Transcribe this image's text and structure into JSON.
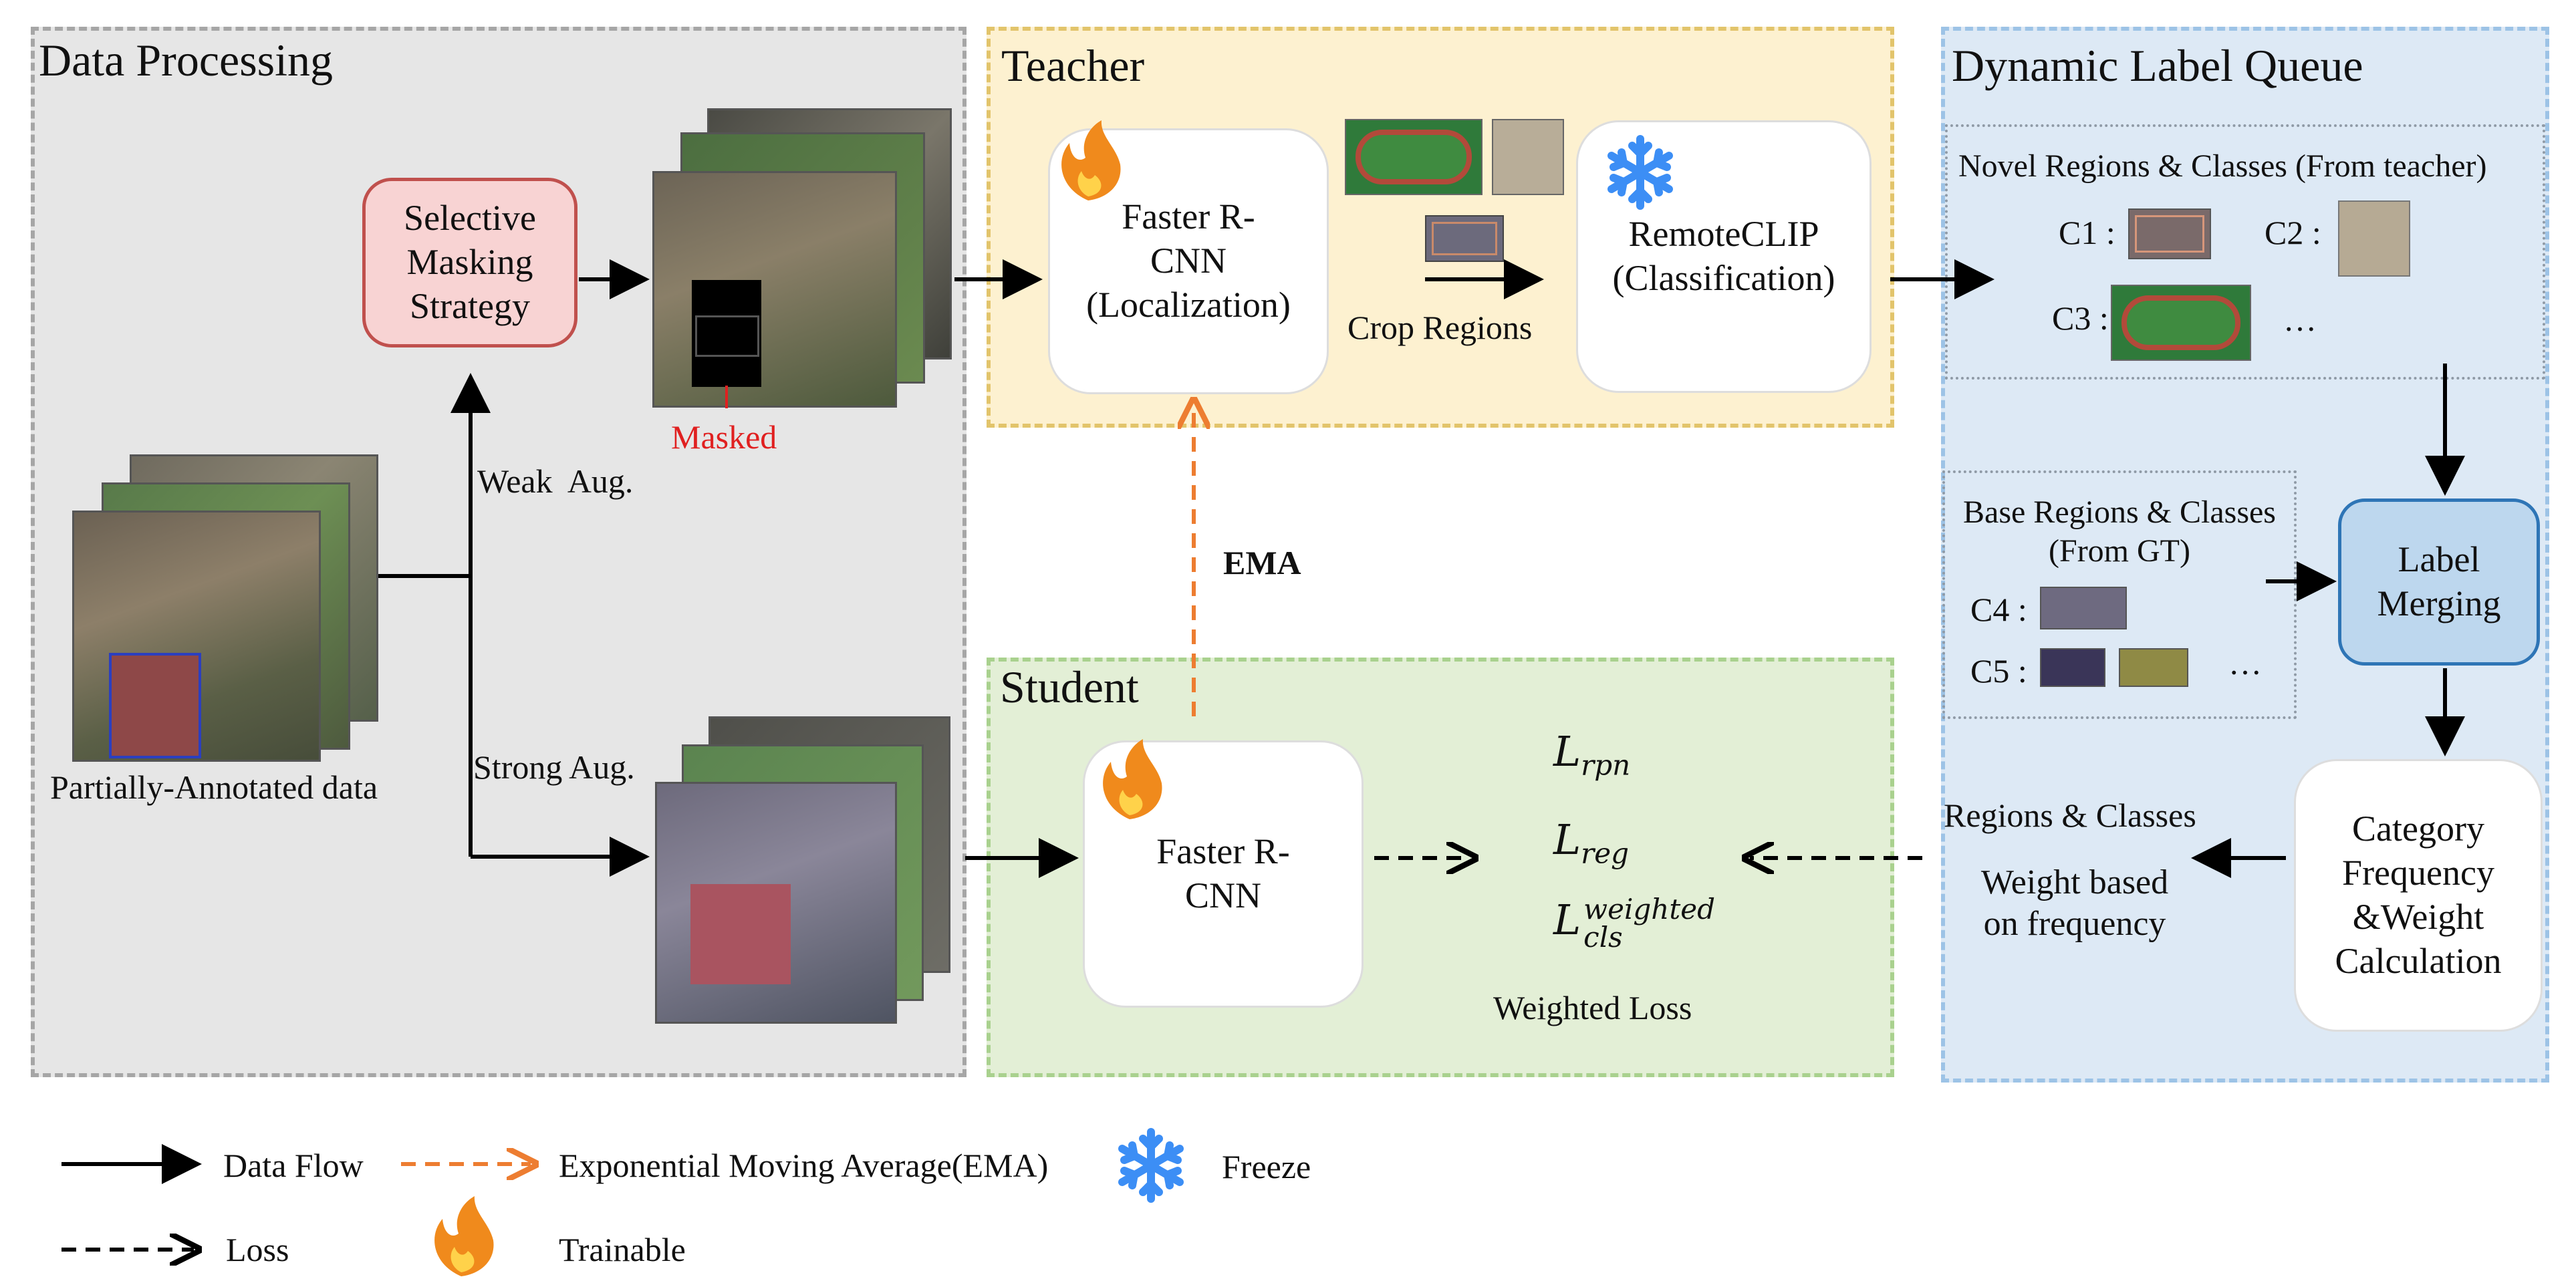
{
  "panels": {
    "data_processing": "Data Processing",
    "teacher": "Teacher",
    "student": "Student",
    "queue": "Dynamic Label Queue"
  },
  "data_processing": {
    "input_label": "Partially-Annotated data",
    "masking_box": "Selective Masking Strategy",
    "masking_lines": [
      "Selective",
      "Masking",
      "Strategy"
    ],
    "masked_label": "Masked",
    "weak_aug": "Weak  Aug.",
    "strong_aug": "Strong Aug."
  },
  "teacher": {
    "detector_lines": [
      "Faster R-",
      "CNN",
      "(Localization)"
    ],
    "crop_label": "Crop Regions",
    "clip_lines": [
      "RemoteCLIP",
      "(Classification)"
    ]
  },
  "ema_label": "EMA",
  "student": {
    "detector_lines": [
      "Faster R-",
      "CNN"
    ],
    "loss_rpn": {
      "base": "L",
      "sub": "rpn"
    },
    "loss_reg": {
      "base": "L",
      "sub": "reg"
    },
    "loss_cls": {
      "base": "L",
      "sub": "cls",
      "sup": "weighted"
    },
    "weighted_loss": "Weighted Loss"
  },
  "queue": {
    "novel_title": "Novel Regions & Classes (From teacher)",
    "c1": "C1 :",
    "c2": "C2 :",
    "c3": "C3 :",
    "ellipsis1": "…",
    "base_title_lines": [
      "Base Regions & Classes",
      "(From GT)"
    ],
    "c4": "C4 :",
    "c5": "C5 :",
    "ellipsis2": "…",
    "merge_lines": [
      "Label",
      "Merging"
    ],
    "calc_lines": [
      "Category",
      "Frequency",
      "&Weight",
      "Calculation"
    ],
    "regions_classes": "Regions & Classes",
    "weight_lines": [
      "Weight based",
      "on frequency"
    ]
  },
  "legend": {
    "data_flow": "Data Flow",
    "ema": "Exponential Moving Average(EMA)",
    "freeze": "Freeze",
    "loss": "Loss",
    "trainable": "Trainable"
  },
  "colors": {
    "data_panel_fill": "#e6e6e6",
    "data_panel_border": "#a6a6a6",
    "teacher_fill": "#fdf1d0",
    "teacher_border": "#e2c46b",
    "student_fill": "#e3efd6",
    "student_border": "#a9d18e",
    "queue_fill": "#dde9f5",
    "queue_border": "#9dc3e6",
    "masking_fill": "#f8d3d3",
    "masking_border": "#c0504d",
    "merge_fill": "#bdd7ee",
    "merge_border": "#2e75b6",
    "ema_arrow": "#ed7d31",
    "masked_text": "#e02020",
    "freeze_icon": "#3c8ef5",
    "fire_icon": "#f08a1c"
  }
}
